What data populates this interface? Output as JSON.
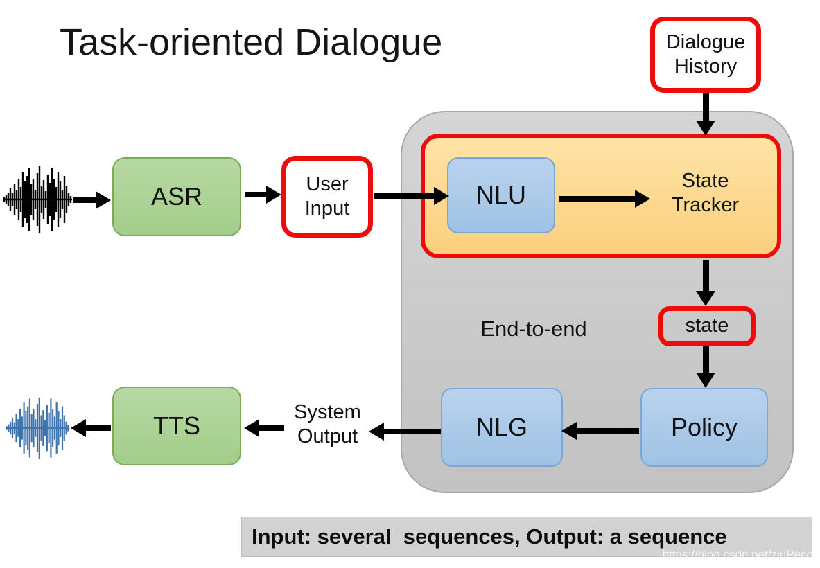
{
  "slide": {
    "title": "Task-oriented Dialogue",
    "footer_note": "Input: several  sequences, Output: a sequence",
    "watermark": "https://blog.csdn.net/zjuPeco"
  },
  "nodes": {
    "dialogue_history": {
      "line1": "Dialogue",
      "line2": "History"
    },
    "asr": "ASR",
    "user_input": {
      "line1": "User",
      "line2": "Input"
    },
    "nlu": "NLU",
    "state_tracker": {
      "line1": "State",
      "line2": "Tracker"
    },
    "end_to_end": "End-to-end",
    "state": "state",
    "policy": "Policy",
    "nlg": "NLG",
    "system_output": {
      "line1": "System",
      "line2": "Output"
    },
    "tts": "TTS"
  },
  "colors": {
    "accent_red": "#ED0C0C",
    "box_green": "#A9D18E",
    "box_blue": "#A7C6E8",
    "module_orange": "#FED98F",
    "container_gray": "#CBCBCB",
    "arrow_black": "#000000",
    "waveform_input": "#000000",
    "waveform_output": "#3E74AE"
  }
}
